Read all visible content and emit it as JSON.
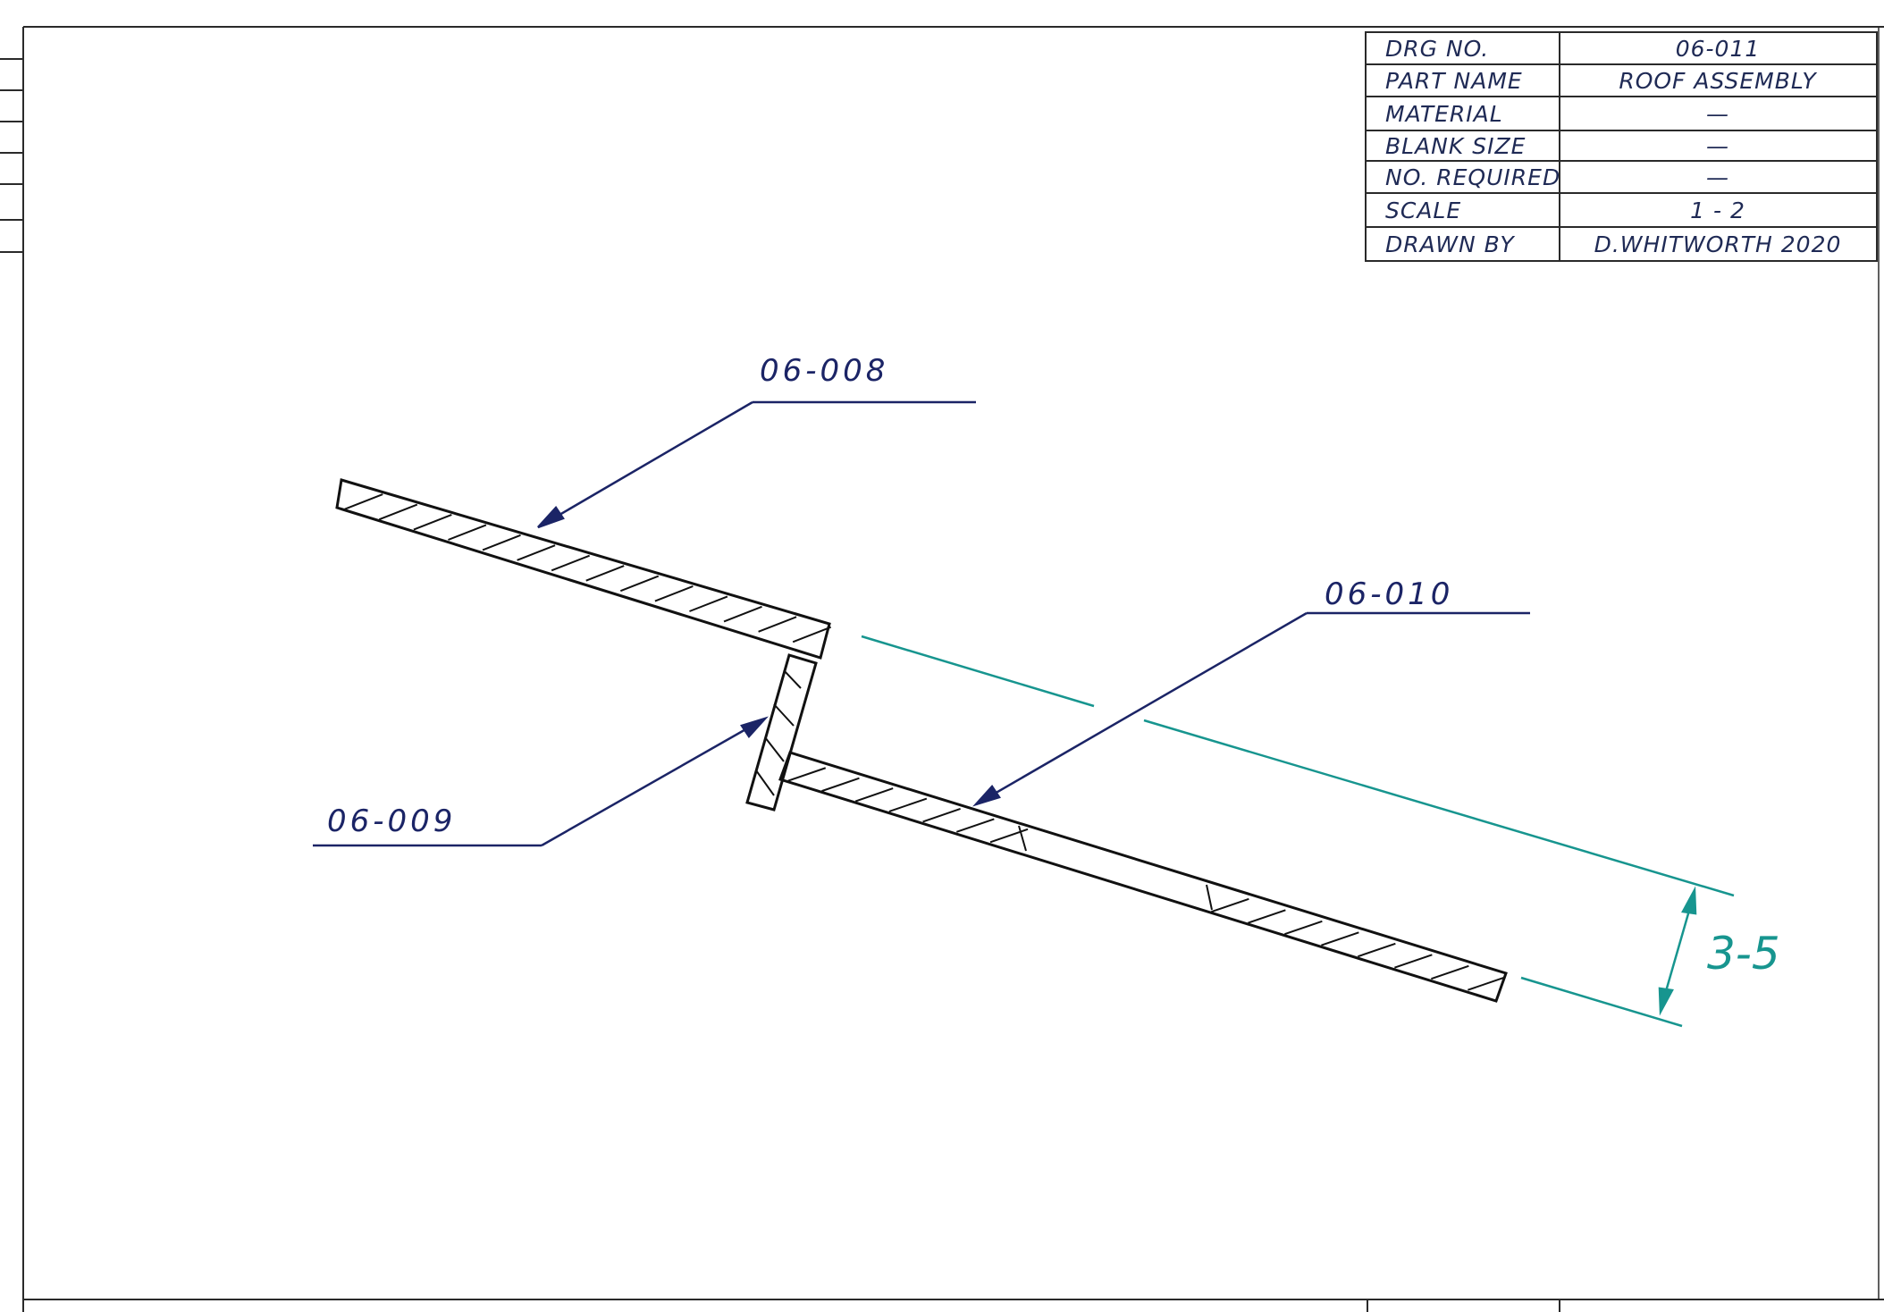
{
  "title_block": {
    "rows": [
      {
        "label": "DRG NO.",
        "value": "06-011"
      },
      {
        "label": "PART NAME",
        "value": "ROOF ASSEMBLY"
      },
      {
        "label": "MATERIAL",
        "value": "—"
      },
      {
        "label": "BLANK SIZE",
        "value": "—"
      },
      {
        "label": "NO. REQUIRED",
        "value": "—"
      },
      {
        "label": "SCALE",
        "value": "1 - 2"
      },
      {
        "label": "DRAWN BY",
        "value": "D.WHITWORTH 2020"
      }
    ]
  },
  "callouts": [
    {
      "id": "upper-panel",
      "label": "06-008"
    },
    {
      "id": "vertical-strip",
      "label": "06-009"
    },
    {
      "id": "lower-panel",
      "label": "06-010"
    }
  ],
  "dimension": {
    "value": "3-5"
  },
  "colors": {
    "line": "#111111",
    "callout": "#1b2466",
    "dimension": "#17958f",
    "border": "#2a2a2a"
  }
}
